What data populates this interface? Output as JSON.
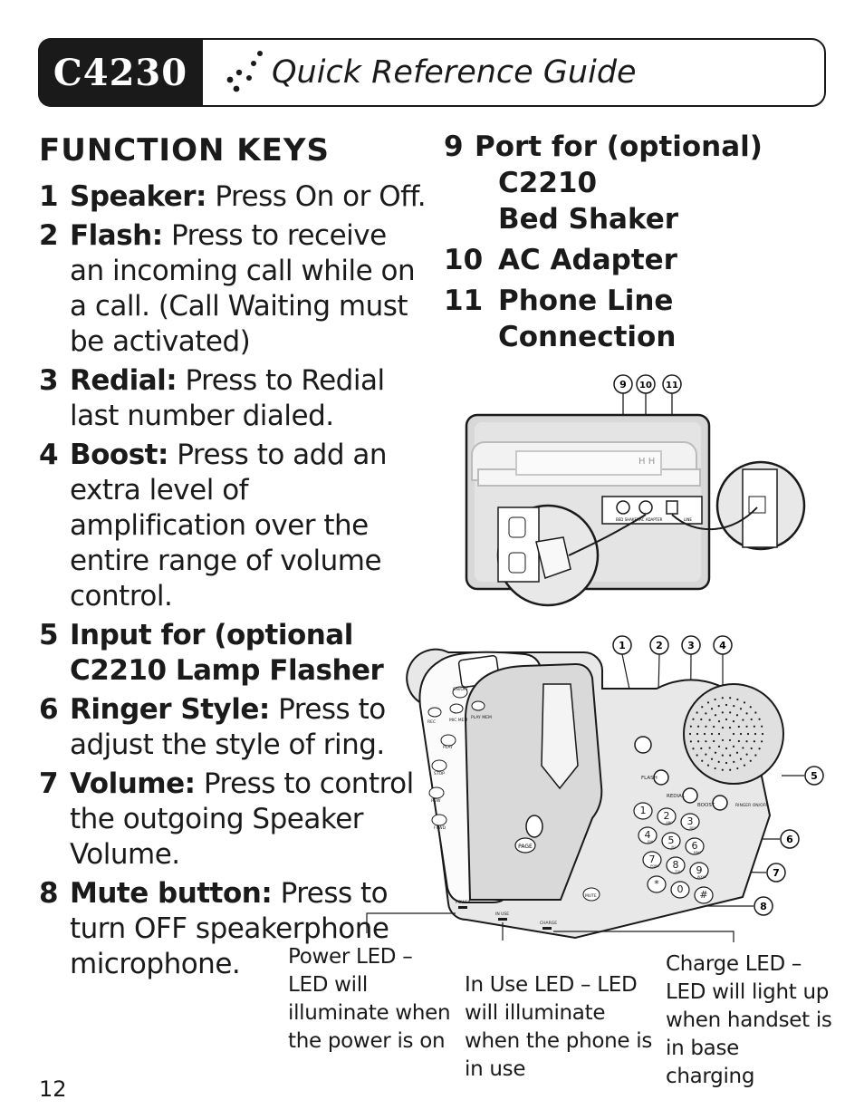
{
  "header": {
    "model": "C4230",
    "title": "Quick Reference Guide"
  },
  "function_keys": {
    "heading": "FUNCTION KEYS",
    "items": [
      {
        "num": "1",
        "label": "Speaker:",
        "desc": "Press On or Off."
      },
      {
        "num": "2",
        "label": "Flash:",
        "desc": "Press to receive an incoming call while on a call. (Call Waiting must be activated)"
      },
      {
        "num": "3",
        "label": "Redial:",
        "desc": "Press to Redial last number dialed."
      },
      {
        "num": "4",
        "label": "Boost:",
        "desc": "Press to add an extra level of amplification over the entire range of volume control."
      },
      {
        "num": "5",
        "label": "Input for (optional C2210 Lamp Flasher",
        "desc": ""
      },
      {
        "num": "6",
        "label": "Ringer Style:",
        "desc": "Press to adjust the style of ring."
      },
      {
        "num": "7",
        "label": "Volume:",
        "desc": "Press to control the outgoing Speaker Volume."
      },
      {
        "num": "8",
        "label": "Mute button:",
        "desc": "Press to turn OFF speakerphone microphone."
      }
    ]
  },
  "ports": [
    {
      "num": "9",
      "lines": [
        "Port for (optional)",
        "C2210",
        "Bed Shaker"
      ]
    },
    {
      "num": "10",
      "lines": [
        "AC Adapter"
      ]
    },
    {
      "num": "11",
      "lines": [
        "Phone Line",
        "Connection"
      ]
    }
  ],
  "rear_diagram": {
    "callouts": [
      "9",
      "10",
      "11"
    ],
    "jack_labels": [
      "BED SHAKER",
      "AC ADAPTER",
      "LINE"
    ]
  },
  "phone_diagram": {
    "callouts": [
      "1",
      "2",
      "3",
      "4",
      "5",
      "6",
      "7",
      "8"
    ],
    "keypad": [
      {
        "digit": "1",
        "letters": ""
      },
      {
        "digit": "2",
        "letters": "ABC"
      },
      {
        "digit": "3",
        "letters": "DEF"
      },
      {
        "digit": "4",
        "letters": "GHI"
      },
      {
        "digit": "5",
        "letters": "JKL"
      },
      {
        "digit": "6",
        "letters": "MNO"
      },
      {
        "digit": "7",
        "letters": "PQRS"
      },
      {
        "digit": "8",
        "letters": "TUV"
      },
      {
        "digit": "9",
        "letters": "WXYZ"
      },
      {
        "digit": "*",
        "letters": ""
      },
      {
        "digit": "0",
        "letters": ""
      },
      {
        "digit": "#",
        "letters": ""
      }
    ],
    "labels": {
      "flash": "FLASH",
      "redial": "REDIAL",
      "boost": "BOOST",
      "ringer": "RINGER ON/OFF",
      "mute": "MUTE",
      "page": "PAGE",
      "power": "POWER",
      "in_use": "IN USE",
      "charge": "CHARGE",
      "on_off": "ON/OFF",
      "rec": "REC",
      "play": "PLAY",
      "stop": "STOP",
      "mic": "MIC MEM",
      "play_mem": "PLAY MEM",
      "rew": "REW",
      "ffwd": "FFWD"
    }
  },
  "led_notes": [
    {
      "text": "Power LED – LED will illuminate when the power is on"
    },
    {
      "text": "In Use LED – LED will illuminate when the phone is in use"
    },
    {
      "text": "Charge LED – LED will light up when handset is in base charging"
    }
  ],
  "page_number": "12"
}
